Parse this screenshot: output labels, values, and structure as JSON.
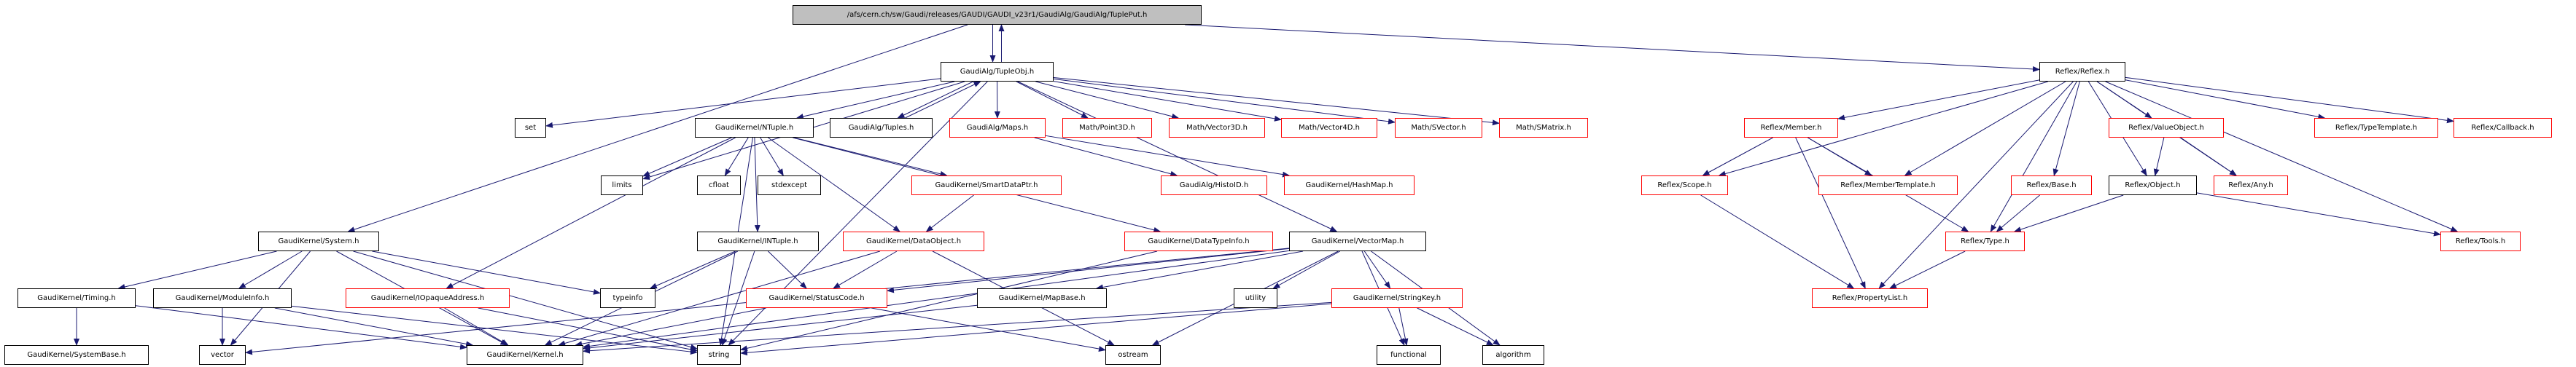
{
  "colors": {
    "edge": "#191970",
    "missing_border": "#ff0000",
    "normal_border": "#000000",
    "root_fill": "#bfbfbf"
  },
  "nodes": [
    {
      "label": "/afs/cern.ch/sw/Gaudi/releases/GAUDI/GAUDI_v23r1/GaudiAlg/GaudiAlg/TuplePut.h",
      "style": "root"
    },
    {
      "label": "GaudiAlg/TupleObj.h",
      "style": "black"
    },
    {
      "label": "Reflex/Reflex.h",
      "style": "black"
    },
    {
      "label": "set",
      "style": "black"
    },
    {
      "label": "GaudiKernel/NTuple.h",
      "style": "black"
    },
    {
      "label": "GaudiAlg/Tuples.h",
      "style": "black"
    },
    {
      "label": "GaudiAlg/Maps.h",
      "style": "red"
    },
    {
      "label": "Math/Point3D.h",
      "style": "red"
    },
    {
      "label": "Math/Vector3D.h",
      "style": "red"
    },
    {
      "label": "Math/Vector4D.h",
      "style": "red"
    },
    {
      "label": "Math/SVector.h",
      "style": "red"
    },
    {
      "label": "Math/SMatrix.h",
      "style": "red"
    },
    {
      "label": "limits",
      "style": "black"
    },
    {
      "label": "cfloat",
      "style": "black"
    },
    {
      "label": "stdexcept",
      "style": "black"
    },
    {
      "label": "GaudiKernel/SmartDataPtr.h",
      "style": "red"
    },
    {
      "label": "GaudiAlg/HistoID.h",
      "style": "red"
    },
    {
      "label": "GaudiKernel/HashMap.h",
      "style": "red"
    },
    {
      "label": "GaudiKernel/System.h",
      "style": "black"
    },
    {
      "label": "GaudiKernel/INTuple.h",
      "style": "black"
    },
    {
      "label": "GaudiKernel/DataObject.h",
      "style": "red"
    },
    {
      "label": "GaudiKernel/DataTypeInfo.h",
      "style": "red"
    },
    {
      "label": "GaudiKernel/VectorMap.h",
      "style": "black"
    },
    {
      "label": "GaudiKernel/Timing.h",
      "style": "black"
    },
    {
      "label": "GaudiKernel/ModuleInfo.h",
      "style": "black"
    },
    {
      "label": "GaudiKernel/IOpaqueAddress.h",
      "style": "red"
    },
    {
      "label": "typeinfo",
      "style": "black"
    },
    {
      "label": "GaudiKernel/StatusCode.h",
      "style": "red"
    },
    {
      "label": "GaudiKernel/MapBase.h",
      "style": "black"
    },
    {
      "label": "utility",
      "style": "black"
    },
    {
      "label": "GaudiKernel/StringKey.h",
      "style": "red"
    },
    {
      "label": "GaudiKernel/SystemBase.h",
      "style": "black"
    },
    {
      "label": "vector",
      "style": "black"
    },
    {
      "label": "GaudiKernel/Kernel.h",
      "style": "black"
    },
    {
      "label": "string",
      "style": "black"
    },
    {
      "label": "ostream",
      "style": "black"
    },
    {
      "label": "functional",
      "style": "black"
    },
    {
      "label": "algorithm",
      "style": "black"
    },
    {
      "label": "Reflex/Member.h",
      "style": "red"
    },
    {
      "label": "Reflex/ValueObject.h",
      "style": "red"
    },
    {
      "label": "Reflex/TypeTemplate.h",
      "style": "red"
    },
    {
      "label": "Reflex/Callback.h",
      "style": "red"
    },
    {
      "label": "Reflex/Scope.h",
      "style": "red"
    },
    {
      "label": "Reflex/MemberTemplate.h",
      "style": "red"
    },
    {
      "label": "Reflex/Base.h",
      "style": "red"
    },
    {
      "label": "Reflex/Object.h",
      "style": "black"
    },
    {
      "label": "Reflex/Any.h",
      "style": "red"
    },
    {
      "label": "Reflex/Type.h",
      "style": "red"
    },
    {
      "label": "Reflex/Tools.h",
      "style": "red"
    },
    {
      "label": "Reflex/PropertyList.h",
      "style": "red"
    }
  ],
  "edges": [
    [
      0,
      1
    ],
    [
      0,
      18
    ],
    [
      0,
      2
    ],
    [
      1,
      0
    ],
    [
      1,
      3
    ],
    [
      1,
      4
    ],
    [
      1,
      5
    ],
    [
      1,
      6
    ],
    [
      1,
      7
    ],
    [
      1,
      8
    ],
    [
      1,
      9
    ],
    [
      1,
      10
    ],
    [
      1,
      11
    ],
    [
      1,
      22
    ],
    [
      1,
      12
    ],
    [
      1,
      34
    ],
    [
      5,
      1
    ],
    [
      4,
      12
    ],
    [
      4,
      13
    ],
    [
      4,
      14
    ],
    [
      4,
      19
    ],
    [
      4,
      25
    ],
    [
      4,
      15
    ],
    [
      4,
      20
    ],
    [
      4,
      21
    ],
    [
      4,
      34
    ],
    [
      6,
      16
    ],
    [
      6,
      17
    ],
    [
      15,
      20
    ],
    [
      20,
      27
    ],
    [
      20,
      33
    ],
    [
      20,
      35
    ],
    [
      19,
      26
    ],
    [
      19,
      27
    ],
    [
      19,
      33
    ],
    [
      19,
      34
    ],
    [
      18,
      23
    ],
    [
      18,
      24
    ],
    [
      18,
      33
    ],
    [
      18,
      34
    ],
    [
      18,
      26
    ],
    [
      18,
      32
    ],
    [
      23,
      31
    ],
    [
      23,
      33
    ],
    [
      24,
      32
    ],
    [
      24,
      33
    ],
    [
      24,
      34
    ],
    [
      25,
      33
    ],
    [
      25,
      34
    ],
    [
      27,
      33
    ],
    [
      27,
      35
    ],
    [
      21,
      34
    ],
    [
      22,
      27
    ],
    [
      22,
      28
    ],
    [
      22,
      29
    ],
    [
      22,
      30
    ],
    [
      22,
      35
    ],
    [
      22,
      36
    ],
    [
      22,
      37
    ],
    [
      22,
      32
    ],
    [
      22,
      33
    ],
    [
      28,
      33
    ],
    [
      30,
      36
    ],
    [
      30,
      37
    ],
    [
      30,
      34
    ],
    [
      30,
      33
    ],
    [
      2,
      42
    ],
    [
      2,
      38
    ],
    [
      2,
      43
    ],
    [
      2,
      47
    ],
    [
      2,
      44
    ],
    [
      2,
      39
    ],
    [
      2,
      45
    ],
    [
      2,
      46
    ],
    [
      2,
      49
    ],
    [
      2,
      40
    ],
    [
      2,
      41
    ],
    [
      2,
      48
    ],
    [
      38,
      42
    ],
    [
      38,
      43
    ],
    [
      38,
      47
    ],
    [
      38,
      49
    ],
    [
      42,
      49
    ],
    [
      39,
      45
    ],
    [
      39,
      46
    ],
    [
      44,
      47
    ],
    [
      45,
      47
    ],
    [
      45,
      48
    ],
    [
      47,
      49
    ]
  ]
}
